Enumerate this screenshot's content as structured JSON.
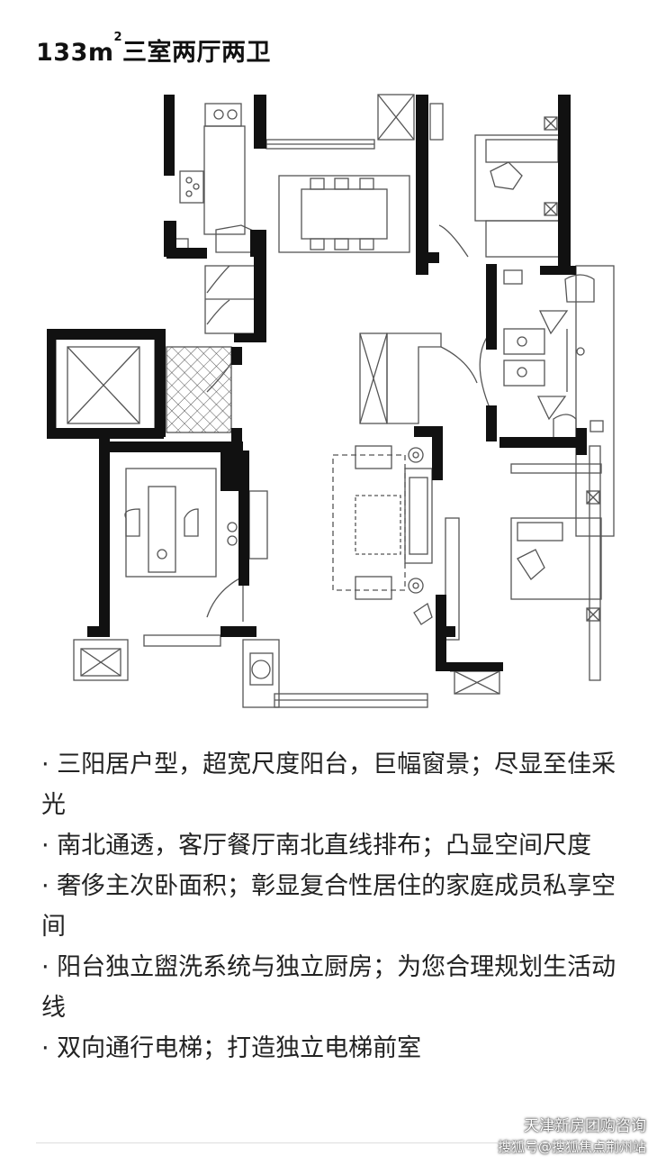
{
  "header": {
    "title_prefix": "133m",
    "title_sup": "2",
    "title_suffix": "三室两厅两卫"
  },
  "features": [
    "· 三阳居户型，超宽尺度阳台，巨幅窗景；尽显至佳采光",
    "· 南北通透，客厅餐厅南北直线排布；凸显空间尺度",
    "· 奢侈主次卧面积；彰显复合性居住的家庭成员私享空间",
    "· 阳台独立盥洗系统与独立厨房；为您合理规划生活动线",
    "· 双向通行电梯；打造独立电梯前室"
  ],
  "watermark": {
    "line1": "天津新房团购咨询",
    "line2": "搜狐号@搜狐焦点荆州站",
    "icon": "wechat-icon"
  },
  "colors": {
    "wall": "#111111",
    "line": "#555555",
    "text": "#222222"
  }
}
